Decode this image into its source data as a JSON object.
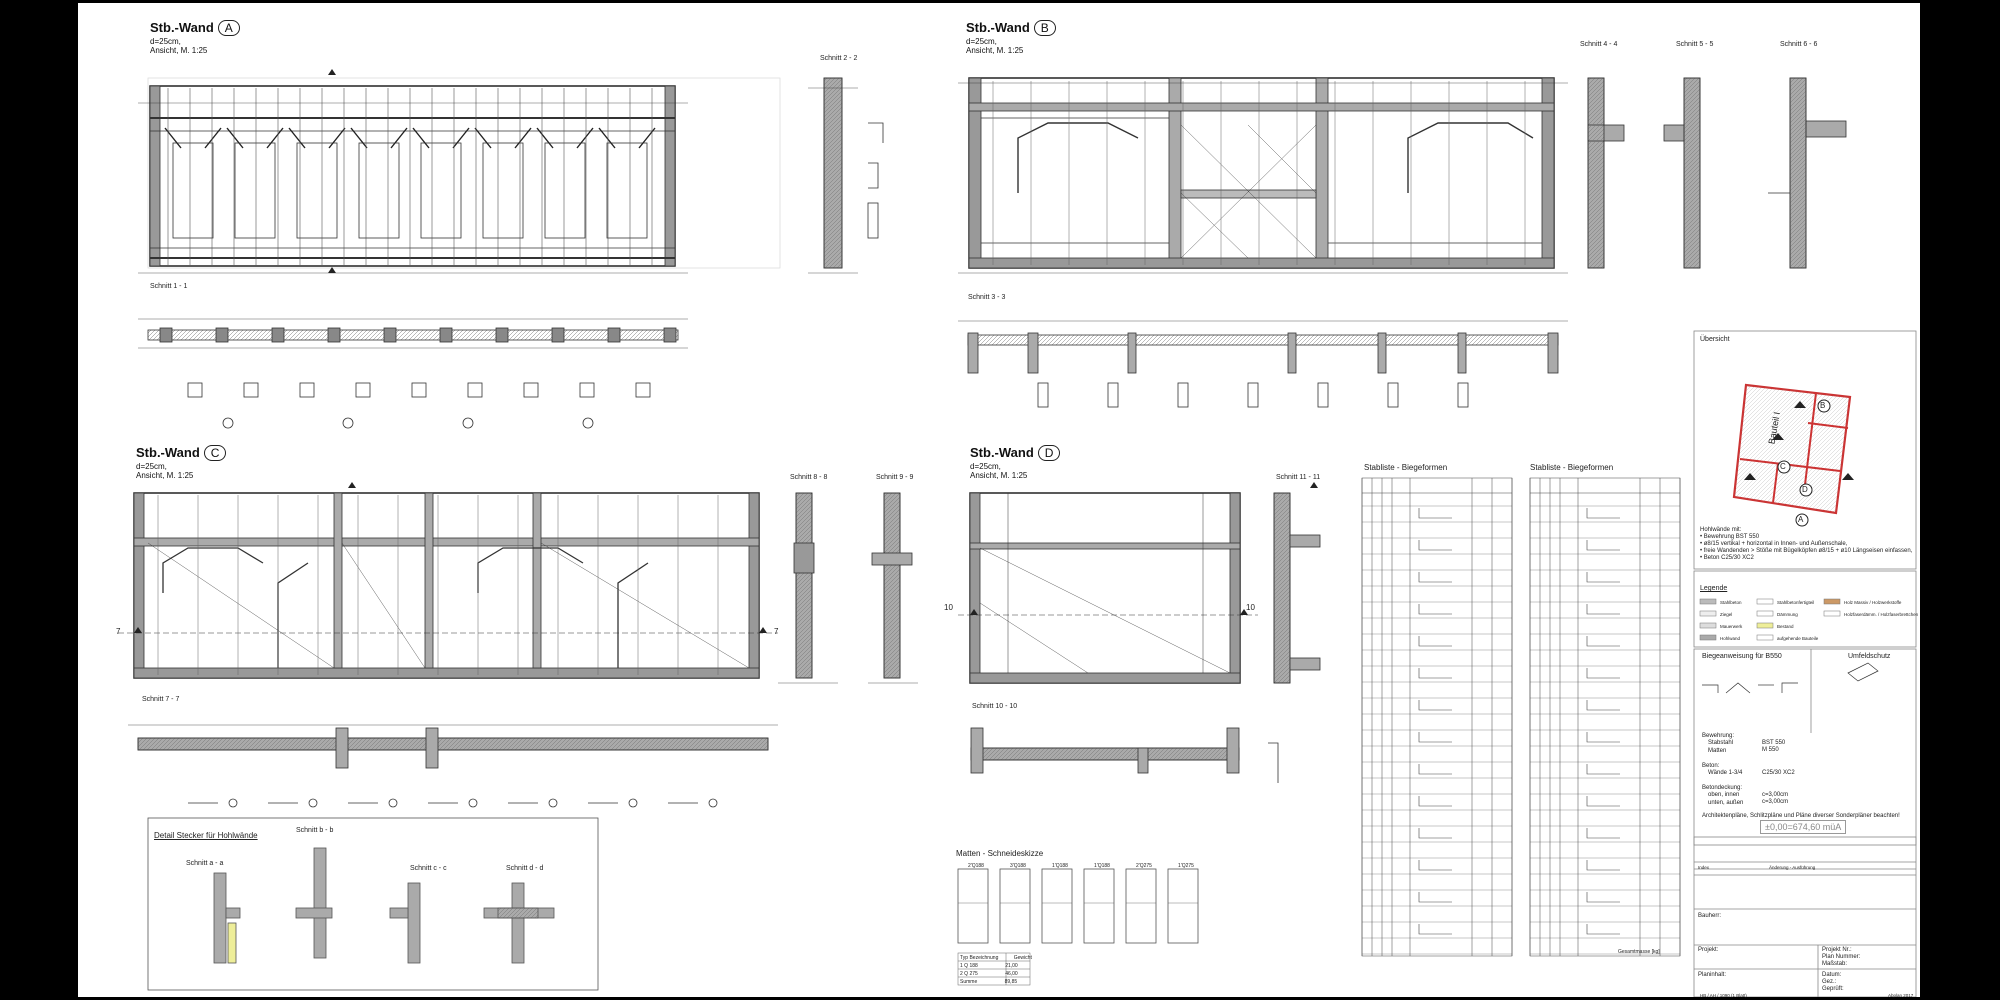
{
  "walls": [
    {
      "id": "A",
      "title": "Stb.-Wand",
      "thickness": "d=25cm,",
      "view": "Ansicht, M. 1:25"
    },
    {
      "id": "B",
      "title": "Stb.-Wand",
      "thickness": "d=25cm,",
      "view": "Ansicht, M. 1:25"
    },
    {
      "id": "C",
      "title": "Stb.-Wand",
      "thickness": "d=25cm,",
      "view": "Ansicht, M. 1:25"
    },
    {
      "id": "D",
      "title": "Stb.-Wand",
      "thickness": "d=25cm,",
      "view": "Ansicht, M. 1:25"
    }
  ],
  "sections": {
    "s11": "Schnitt 1 - 1",
    "s22": "Schnitt 2 - 2",
    "s33": "Schnitt 3 - 3",
    "s44": "Schnitt 4 - 4",
    "s55": "Schnitt 5 - 5",
    "s66": "Schnitt 6 - 6",
    "s77": "Schnitt 7 - 7",
    "s88": "Schnitt 8 - 8",
    "s99": "Schnitt 9 - 9",
    "s1010": "Schnitt 10 - 10",
    "s1111": "Schnitt 11 - 11",
    "saa": "Schnitt a - a",
    "sbb": "Schnitt b - b",
    "scc": "Schnitt c - c",
    "sdd": "Schnitt d - d"
  },
  "detail_title": "Detail Stecker für Hohlwände",
  "mesh_title": "Matten - Schneideskizze",
  "mesh_labels": [
    "2'Q188",
    "3'Q188",
    "1'Q188",
    "1'Q188",
    "2'Q275",
    "1'Q275"
  ],
  "mesh_table": {
    "headers": [
      "Typ",
      "Bezeichnung",
      "Gewicht"
    ],
    "rows": [
      [
        "1",
        "Q 188",
        "21,00"
      ],
      [
        "2",
        "Q 275",
        "46,00"
      ],
      [
        "",
        "Summe",
        "89,85"
      ]
    ]
  },
  "steel_lists": [
    {
      "title": "Stabliste - Biegeformen"
    },
    {
      "title": "Stabliste - Biegeformen"
    }
  ],
  "steel_list_footer": "Gesamtmasse [kg]",
  "overview": {
    "title": "Übersicht",
    "building_label": "Bauteil I",
    "markers": [
      "A",
      "B",
      "C",
      "D"
    ]
  },
  "hollow_walls": {
    "title": "Hohlwände mit:",
    "items": [
      "• Bewehrung BST 550",
      "• ø8/15 vertikal + horizontal in Innen- und Außenschale,",
      "• freie Wandenden > Stöße mit Bügelköpfen ø8/15 + ø10 Längseisen einfassen,",
      "• Beton C25/30 XC2"
    ]
  },
  "legend": {
    "title": "Legende",
    "items": [
      "Stahlbeton",
      "Ziegel",
      "Mauerwerk",
      "Hohlwand",
      "Stahlbetonfertigteil",
      "Dämmung",
      "Bestand",
      "aufgehende Bauteile",
      "Holz Massiv / Holzwerkstoffe",
      "Holzfaserdämm. / Holzfaserbrettchen"
    ]
  },
  "bending_title": "Biegeanweisung für B550",
  "rust_title": "Umfeldschutz",
  "spec": {
    "labels": [
      "Bewehrung:",
      "Stabstahl",
      "Matten",
      "Beton:",
      "Wände 1-3/4",
      "Betondeckung:",
      "oben, innen",
      "unten, außen"
    ],
    "values": [
      "BST 550",
      "M 550",
      "C25/30 XC2",
      "c=3,00cm",
      "c=3,00cm"
    ],
    "note": "Architektenpläne, Schlitzpläne und Pläne diverser Sonderpläner beachten!"
  },
  "elevation": "±0,00=674,60 müA",
  "titleblock": {
    "bauherr": "Bauherr:",
    "projekt": "Projekt:",
    "planinhalt": "Planinhalt:",
    "projekt_nr": "Projekt Nr.:",
    "plan_nummer": "Plan Nummer:",
    "massstab": "Maßstab:",
    "datum": "Datum:",
    "gez": "Gez.:",
    "geprueft": "Geprüft:",
    "index": "Index",
    "aenderung": "Änderung - Ausführung",
    "footer_left": "HB / AH / 1090 (1 Blatt)",
    "footer_right": "Abplan 2017"
  },
  "markers": {
    "ten": "10",
    "seven": "7"
  }
}
